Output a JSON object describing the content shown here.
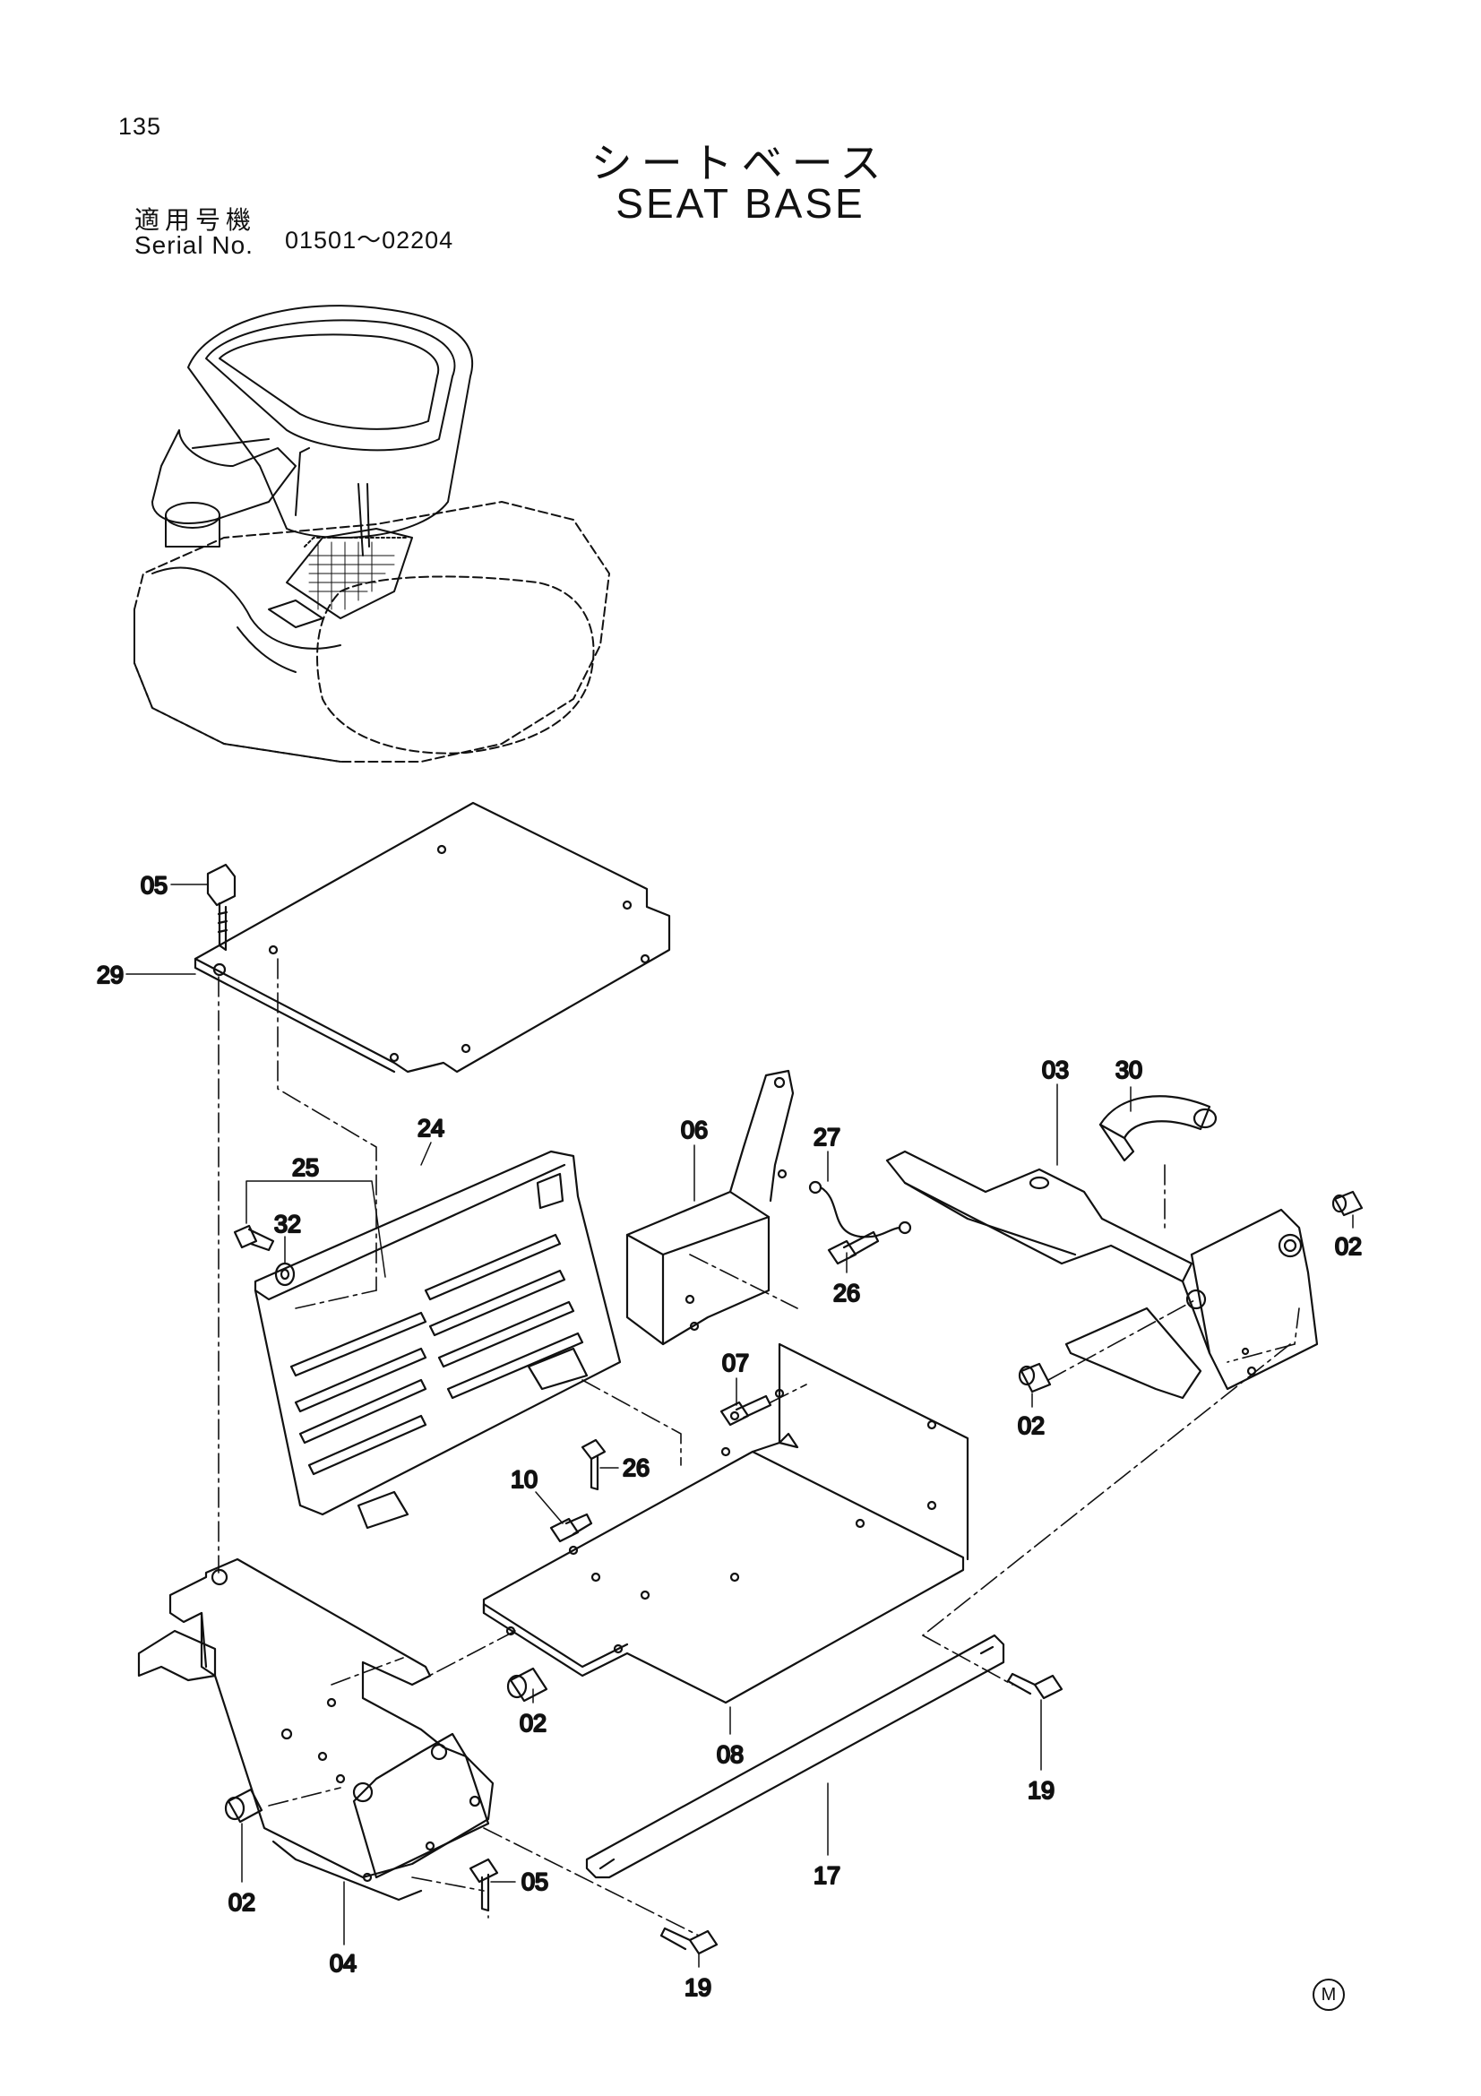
{
  "header": {
    "page_number": "135",
    "title_jp": "シートベース",
    "title_en": "SEAT BASE",
    "serial_label_jp": "適用号機",
    "serial_label_en": "Serial No.",
    "serial_range": "01501～02204"
  },
  "callouts": [
    {
      "id": "p29",
      "label": "29"
    },
    {
      "id": "p05a",
      "label": "05"
    },
    {
      "id": "p24",
      "label": "24"
    },
    {
      "id": "p25",
      "label": "25"
    },
    {
      "id": "p32",
      "label": "32"
    },
    {
      "id": "p06",
      "label": "06"
    },
    {
      "id": "p27",
      "label": "27"
    },
    {
      "id": "p26a",
      "label": "26"
    },
    {
      "id": "p03",
      "label": "03"
    },
    {
      "id": "p30",
      "label": "30"
    },
    {
      "id": "p02a",
      "label": "02"
    },
    {
      "id": "p02b",
      "label": "02"
    },
    {
      "id": "p07",
      "label": "07"
    },
    {
      "id": "p26b",
      "label": "26"
    },
    {
      "id": "p10",
      "label": "10"
    },
    {
      "id": "p02c",
      "label": "02"
    },
    {
      "id": "p08",
      "label": "08"
    },
    {
      "id": "p19a",
      "label": "19"
    },
    {
      "id": "p17",
      "label": "17"
    },
    {
      "id": "p02d",
      "label": "02"
    },
    {
      "id": "p05b",
      "label": "05"
    },
    {
      "id": "p04",
      "label": "04"
    },
    {
      "id": "p19b",
      "label": "19"
    }
  ],
  "footer": {
    "mark": "M"
  }
}
